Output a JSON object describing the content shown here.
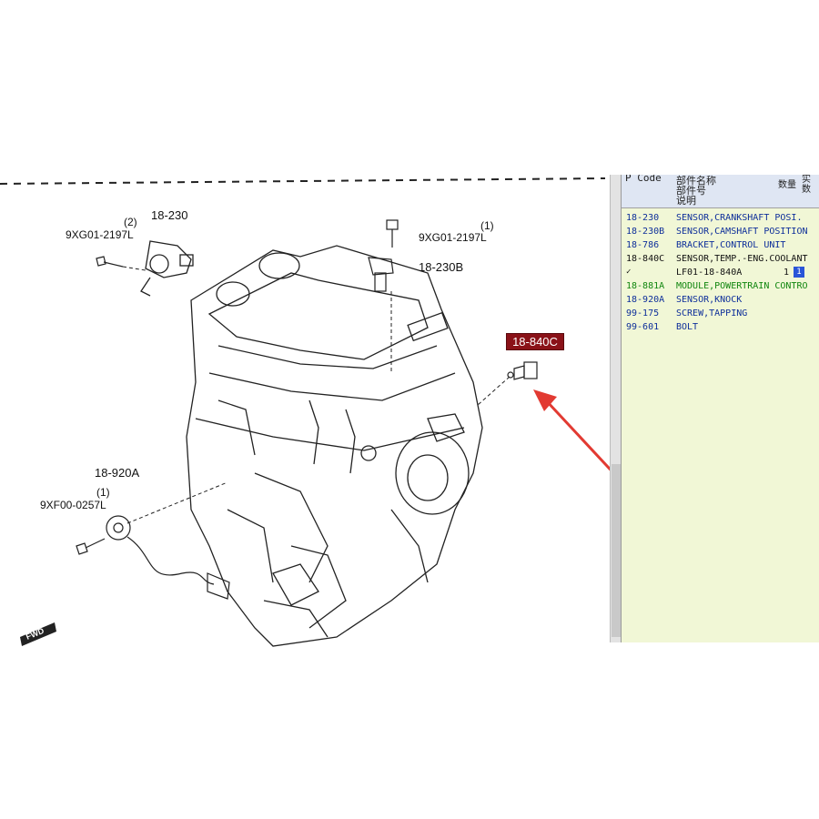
{
  "diagram": {
    "labels": {
      "bolt_left_ref": "9XG01-2197L",
      "bolt_left_qty": "(2)",
      "crank_sensor": "18-230",
      "bolt_top_ref": "9XG01-2197L",
      "bolt_top_qty": "(1)",
      "cam_sensor": "18-230B",
      "knock_sensor": "18-920A",
      "knock_qty": "(1)",
      "bolt_knock_ref": "9XF00-0257L",
      "fwd": "FWD"
    },
    "highlighted_part": "18-840C",
    "arrow_color": "#e23a32"
  },
  "parts_panel": {
    "header": {
      "code_col": "P Code",
      "name_col_1": "部件名称",
      "name_col_2": "部件号",
      "name_col_3": "说明",
      "qty_col": "数量",
      "extra_col": "实数"
    },
    "rows": [
      {
        "code": "18-230",
        "desc": "SENSOR,CRANKSHAFT POSI.",
        "color": "blue"
      },
      {
        "code": "18-230B",
        "desc": "SENSOR,CAMSHAFT POSITION",
        "color": "blue"
      },
      {
        "code": "18-786",
        "desc": "BRACKET,CONTROL UNIT",
        "color": "blue"
      },
      {
        "code": "18-840C",
        "desc": "SENSOR,TEMP.-ENG.COOLANT",
        "color": "black"
      },
      {
        "code": "",
        "desc": "LF01-18-840A",
        "color": "black",
        "sub": true,
        "qty": "1",
        "qty_selected": "1"
      },
      {
        "code": "18-881A",
        "desc": "MODULE,POWERTRAIN CONTRO",
        "color": "green"
      },
      {
        "code": "18-920A",
        "desc": "SENSOR,KNOCK",
        "color": "blue"
      },
      {
        "code": "99-175",
        "desc": "SCREW,TAPPING",
        "color": "blue"
      },
      {
        "code": "99-601",
        "desc": "BOLT",
        "color": "blue"
      }
    ]
  }
}
